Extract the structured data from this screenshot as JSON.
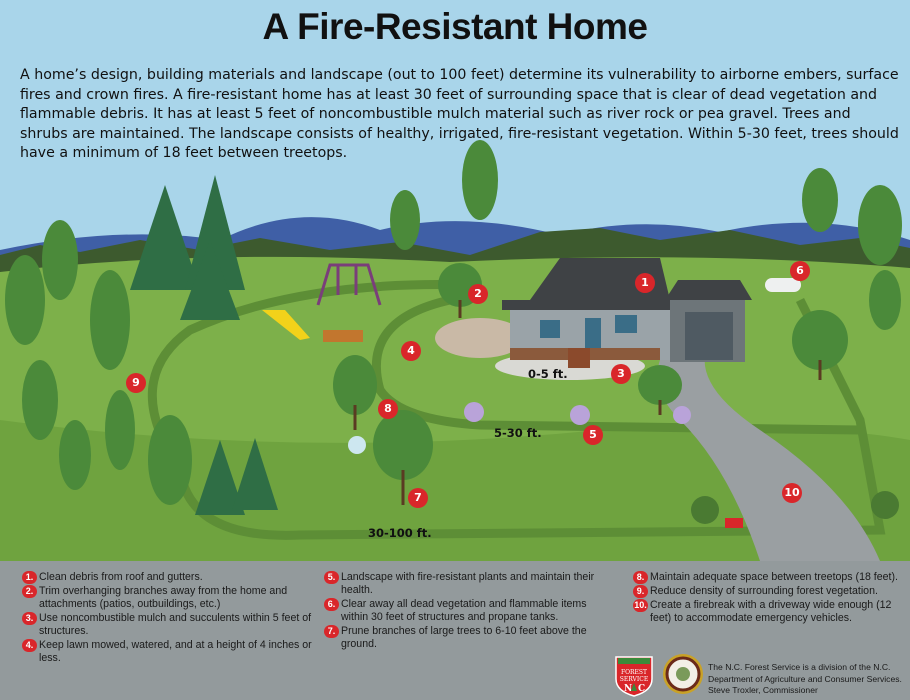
{
  "title": "A Fire-Resistant Home",
  "intro": "A home’s design, building materials and landscape (out to 100 feet) determine its vulnerability to airborne embers, surface fires and crown fires. A fire-resistant home has at least 30 feet of surrounding space that is clear of dead vegetation and flammable debris. It has at least 5 feet of noncombustible mulch material such as river rock or pea gravel. Trees and shrubs are maintained. The landscape consists of healthy, irrigated, fire-resistant vegetation. Within 5-30 feet, trees should have a minimum of 18 feet between treetops.",
  "zones": {
    "z1": "0-5 ft.",
    "z2": "5-30 ft.",
    "z3": "30-100 ft."
  },
  "markers": [
    "1",
    "2",
    "3",
    "4",
    "5",
    "6",
    "7",
    "8",
    "9",
    "10"
  ],
  "legend": [
    {
      "num": "1.",
      "text": "Clean debris from roof and gutters."
    },
    {
      "num": "2.",
      "text": "Trim overhanging branches away from the home and attachments (patios, outbuildings, etc.)"
    },
    {
      "num": "3.",
      "text": "Use noncombustible mulch and succulents within 5 feet of structures."
    },
    {
      "num": "4.",
      "text": "Keep lawn mowed, watered, and at a height of 4 inches or less."
    },
    {
      "num": "5.",
      "text": "Landscape with fire-resistant plants and maintain their health."
    },
    {
      "num": "6.",
      "text": "Clear away all dead vegetation and flammable items within 30 feet of structures and propane tanks."
    },
    {
      "num": "7.",
      "text": "Prune branches of large trees to 6-10 feet above the ground."
    },
    {
      "num": "8.",
      "text": "Maintain adequate space between treetops (18 feet)."
    },
    {
      "num": "9.",
      "text": "Reduce density of surrounding forest vegetation."
    },
    {
      "num": "10.",
      "text": "Create a firebreak with a driveway wide enough (12 feet) to accommodate emergency vehicles."
    }
  ],
  "credit": "The N.C. Forest Service is a division of the N.C. Department of Agriculture and Consumer Services. Steve Troxler, Commissioner",
  "logos": {
    "forest_service": "NORTH CAROLINA FOREST SERVICE N C",
    "ncda": "NCDA&CS seal"
  },
  "colors": {
    "sky": "#a9d5ea",
    "lawn": "#7db04a",
    "marker": "#d9262a",
    "panel": "#939a9c",
    "driveway": "#9a9fa2"
  }
}
